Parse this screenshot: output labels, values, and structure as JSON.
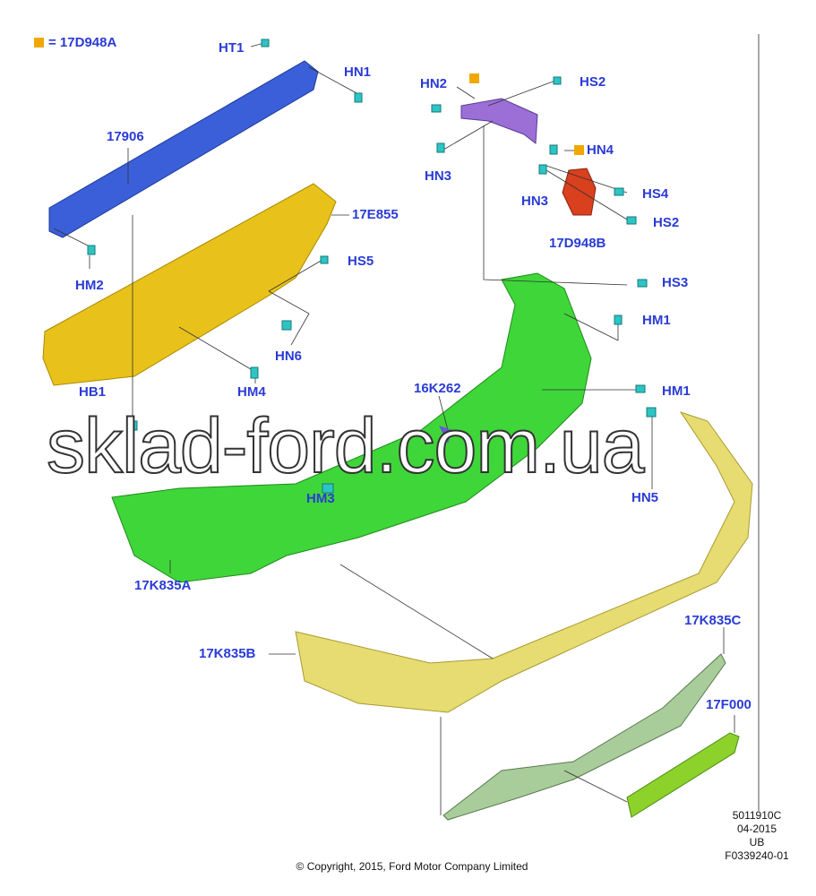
{
  "legend": {
    "text": "= 17D948A",
    "marker_color": "#f0a800"
  },
  "parts": {
    "ht1": "HT1",
    "hn1": "HN1",
    "p17906": "17906",
    "hn2": "HN2",
    "hs2a": "HS2",
    "hn3a": "HN3",
    "hn4": "HN4",
    "hs4": "HS4",
    "hn3b": "HN3",
    "hs2b": "HS2",
    "p17d948b": "17D948B",
    "p17e855": "17E855",
    "hs5": "HS5",
    "hm2": "HM2",
    "hs3": "HS3",
    "hm1a": "HM1",
    "hn6": "HN6",
    "hm1b": "HM1",
    "hm4": "HM4",
    "p16k262": "16K262",
    "hb1": "HB1",
    "hn5": "HN5",
    "hm3": "HM3",
    "p17k835a": "17K835A",
    "p17k835b": "17K835B",
    "p17k835c": "17K835C",
    "p17f000": "17F000"
  },
  "meta": {
    "code": "5011910C",
    "date": "04-2015",
    "region": "UB",
    "ref": "F0339240-01"
  },
  "copyright": "© Copyright, 2015, Ford Motor Company Limited",
  "watermark": "sklad-ford.com.ua",
  "colors": {
    "label": "#2a3bd6",
    "beam": "#3a5fd8",
    "absorber": "#e8c21a",
    "cover": "#3fd63a",
    "lower": "#e6dc72",
    "bracket": "#9b6fd6",
    "red_bracket": "#d8401e",
    "clip": "#2ec4c4"
  }
}
